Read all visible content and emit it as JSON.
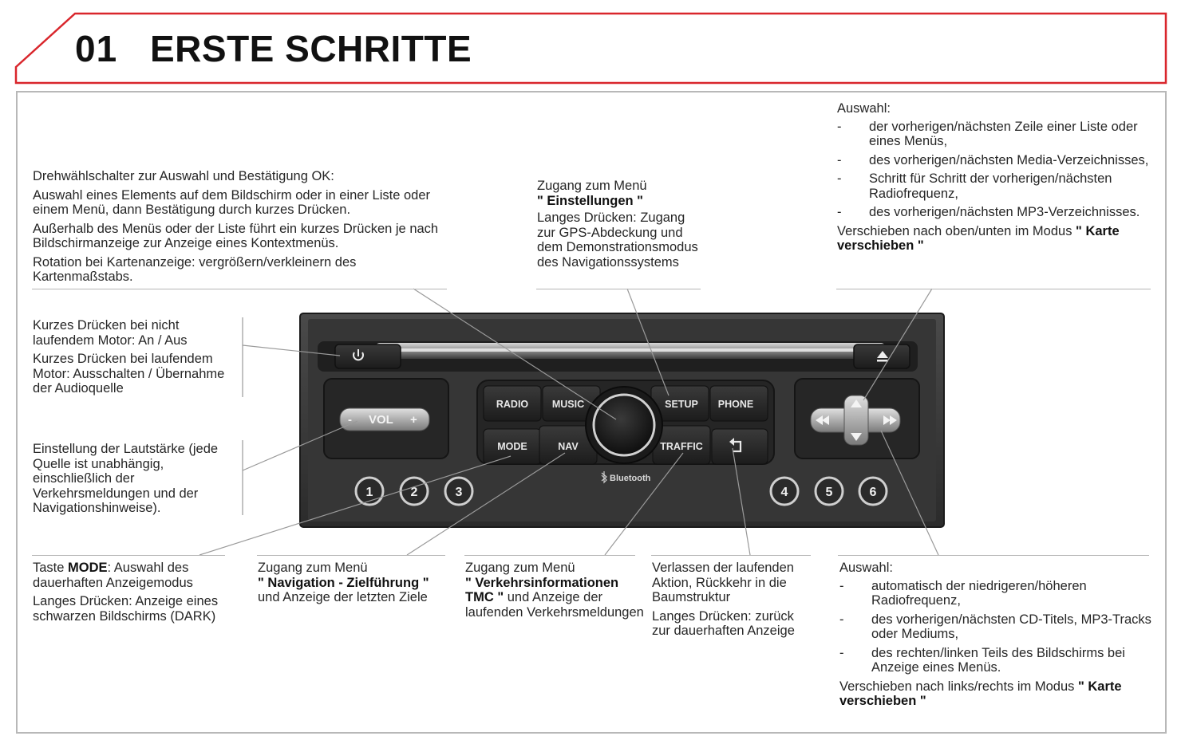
{
  "header": {
    "chapter_number": "01",
    "chapter_title": "ERSTE SCHRITTE",
    "accent_color": "#d9262c"
  },
  "callouts": {
    "dial": {
      "p1": "Drehwählschalter zur Auswahl und Bestätigung OK:",
      "p2": "Auswahl eines Elements auf dem Bildschirm oder in einer Liste oder einem Menü, dann Bestätigung durch kurzes Drücken.",
      "p3": "Außerhalb des Menüs oder der Liste führt ein kurzes Drücken je nach Bildschirmanzeige zur Anzeige eines Kontextmenüs.",
      "p4": "Rotation bei Kartenanzeige: vergrößern/verkleinern des Kartenmaßstabs."
    },
    "setup": {
      "p1a": "Zugang zum Menü",
      "p1b": "\" Einstellungen \"",
      "p2": "Langes Drücken: Zugang zur GPS-Abdeckung und dem Demonstrationsmodus des Navigationssystems"
    },
    "arrows_top": {
      "title": "Auswahl:",
      "items": [
        "der vorherigen/nächsten Zeile einer Liste oder eines Menüs,",
        "des vorherigen/nächsten Media-Verzeichnisses,",
        "Schritt für Schritt der vorherigen/nächsten Radiofrequenz,",
        "des vorherigen/nächsten MP3-Verzeichnisses."
      ],
      "footer_a": "Verschieben nach oben/unten im Modus",
      "footer_b": "\" Karte verschieben \""
    },
    "power": {
      "p1": "Kurzes Drücken bei nicht laufendem Motor: An / Aus",
      "p2": "Kurzes Drücken bei laufendem Motor: Ausschalten / Übernahme der Audioquelle"
    },
    "volume": {
      "p1": "Einstellung der Lautstärke (jede Quelle ist unabhängig, einschließlich der Verkehrsmeldungen und der Navigationshinweise)."
    },
    "mode": {
      "p1a": "Taste",
      "p1b": "MODE",
      "p1c": ": Auswahl des dauerhaften Anzeigemodus",
      "p2": "Langes Drücken: Anzeige eines schwarzen Bildschirms (DARK)"
    },
    "nav": {
      "p1a": "Zugang zum Menü",
      "p1b": "\" Navigation - Zielführung \"",
      "p1c": "und Anzeige der letzten Ziele"
    },
    "traffic": {
      "p1a": "Zugang zum Menü",
      "p1b": "\" Verkehrsinformationen TMC \"",
      "p1c": "und Anzeige der laufenden Verkehrsmeldungen"
    },
    "back": {
      "p1": "Verlassen der laufenden Aktion, Rückkehr in die Baumstruktur",
      "p2": "Langes Drücken: zurück zur dauerhaften Anzeige"
    },
    "arrows_side": {
      "title": "Auswahl:",
      "items": [
        "automatisch der niedrigeren/höheren Radiofrequenz,",
        "des vorherigen/nächsten CD-Titels, MP3-Tracks oder Mediums,",
        "des rechten/linken Teils des Bildschirms bei Anzeige eines Menüs."
      ],
      "footer_a": "Verschieben nach links/rechts im Modus",
      "footer_b": "\" Karte verschieben \""
    },
    "list_dash": "-"
  },
  "radio": {
    "buttons": {
      "radio": "RADIO",
      "music": "MUSIC",
      "setup": "SETUP",
      "phone": "PHONE",
      "mode": "MODE",
      "nav": "NAV",
      "traffic": "TRAFFIC"
    },
    "volume_label": "VOL",
    "volume_minus": "-",
    "volume_plus": "+",
    "bluetooth_label": "Bluetooth",
    "presets_left": [
      "1",
      "2",
      "3"
    ],
    "presets_right": [
      "4",
      "5",
      "6"
    ],
    "icons": {
      "power": "power-icon",
      "eject": "eject-icon",
      "back": "back-arrow-icon",
      "bluetooth": "bluetooth-icon",
      "arrows": "directional-pad-icon"
    }
  }
}
